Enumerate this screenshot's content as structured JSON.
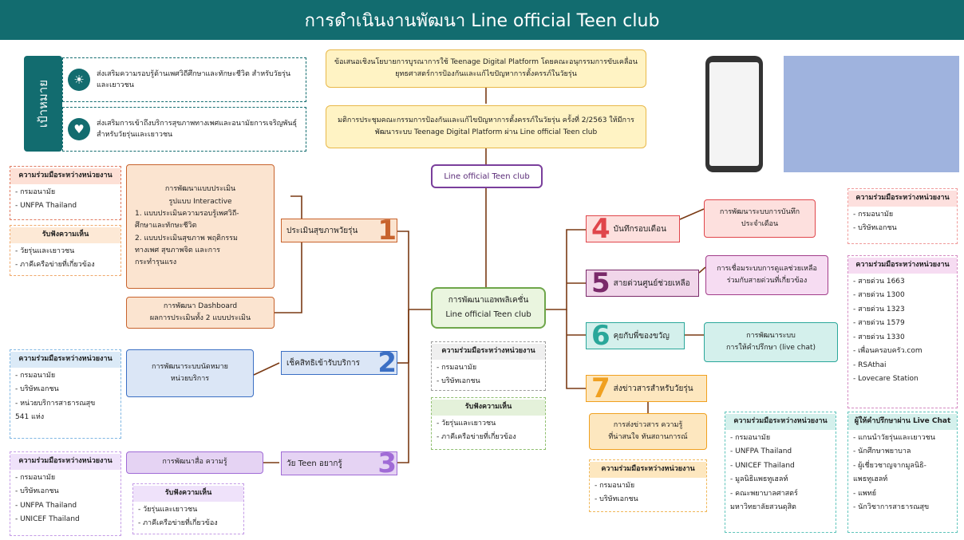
{
  "title": "การดำเนินงานพัฒนา Line official Teen club",
  "goal": {
    "label": "เป้าหมาย",
    "items": [
      {
        "text": "ส่งเสริมความรอบรู้ด้านเพศวิถีศึกษาและทักษะชีวิต สำหรับวัยรุ่นและเยาวชน",
        "icon": "lightbulb-icon"
      },
      {
        "text": "ส่งเสริมการเข้าถึงบริการสุขภาพทางเพศและอนามัยการเจริญพันธุ์สำหรับวัยรุ่นและเยาวชน",
        "icon": "care-hand-icon"
      }
    ]
  },
  "flow": {
    "proposal": "ข้อเสนอเชิงนโยบายการบูรณาการใช้ Teenage Digital Platform โดยคณะอนุกรรมการขับเคลื่อนยุทธศาสตร์การป้องกันและแก้ไขปัญหาการตั้งครรภ์ในวัยรุ่น",
    "resolution": "มติการประชุมคณะกรรมการป้องกันและแก้ไขปัญหาการตั้งครรภ์ในวัยรุ่น ครั้งที่ 2/2563 ให้มีการพัฒนาระบบ Teenage Digital Platform ผ่าน Line official Teen club",
    "platform": "Line official Teen club",
    "hub": [
      "การพัฒนาแอพพลิเคชั่น",
      "Line official Teen club"
    ]
  },
  "hub_partners": {
    "header": "ความร่วมมือระหว่างหน่วยงาน",
    "items": [
      "- กรมอนามัย",
      "- บริษัทเอกชน"
    ]
  },
  "hub_opinions": {
    "header": "รับฟังความเห็น",
    "items": [
      "- วัยรุ่นและเยาวชน",
      "- ภาคีเครือข่ายที่เกี่ยวข้อง"
    ]
  },
  "menu": [
    {
      "num": "1",
      "label": "ประเมินสุขภาพวัยรุ่น"
    },
    {
      "num": "2",
      "label": "เช็คสิทธิเข้ารับบริการ"
    },
    {
      "num": "3",
      "label": "วัย Teen อยากรู้"
    },
    {
      "num": "4",
      "label": "บันทึกรอบเดือน"
    },
    {
      "num": "5",
      "label": "สายด่วนศูนย์ช่วยเหลือ"
    },
    {
      "num": "6",
      "label": "คุยกับพี่ของขวัญ"
    },
    {
      "num": "7",
      "label": "ส่งข่าวสารสำหรับวัยรุ่น"
    }
  ],
  "dev": {
    "assess": [
      "การพัฒนาแบบประเมิน",
      "รูปแบบ Interactive",
      "1. แบบประเมินความรอบรู้เพศวิถี-",
      "ศึกษาและทักษะชีวิต",
      "2. แบบประเมินสุขภาพ พฤติกรรม",
      "ทางเพศ สุขภาพจิต และการ",
      "กระทำรุนแรง"
    ],
    "dashboard": [
      "การพัฒนา Dashboard",
      "ผลการประเมินทั้ง 2 แบบประเมิน"
    ],
    "appointment": [
      "การพัฒนาระบบนัดหมาย",
      "หน่วยบริการ"
    ],
    "media": "การพัฒนาสื่อ ความรู้",
    "period": [
      "การพัฒนาระบบการบันทึก",
      "ประจำเดือน"
    ],
    "hotline": [
      "การเชื่อมระบบการดูแลช่วยเหลือ",
      "ร่วมกับสายด่วนที่เกี่ยวข้อง"
    ],
    "chat": [
      "การพัฒนาระบบ",
      "การให้คำปรึกษา (live chat)"
    ],
    "news": [
      "การส่งข่าวสาร ความรู้",
      "ที่น่าสนใจ ทันสถานการณ์"
    ]
  },
  "partners": {
    "p1": {
      "header": "ความร่วมมือระหว่างหน่วยงาน",
      "items": [
        "- กรมอนามัย",
        "- UNFPA Thailand"
      ]
    },
    "p1op": {
      "header": "รับฟังความเห็น",
      "items": [
        "- วัยรุ่นและเยาวชน",
        "- ภาคีเครือข่ายที่เกี่ยวข้อง"
      ]
    },
    "p2": {
      "header": "ความร่วมมือระหว่างหน่วยงาน",
      "items": [
        "- กรมอนามัย",
        "- บริษัทเอกชน",
        "- หน่วยบริการสาธารณสุข",
        "  541 แห่ง"
      ]
    },
    "p3": {
      "header": "ความร่วมมือระหว่างหน่วยงาน",
      "items": [
        "- กรมอนามัย",
        "- บริษัทเอกชน",
        "- UNFPA Thailand",
        "- UNICEF Thailand"
      ]
    },
    "p3op": {
      "header": "รับฟังความเห็น",
      "items": [
        "- วัยรุ่นและเยาวชน",
        "- ภาคีเครือข่ายที่เกี่ยวข้อง"
      ]
    },
    "p4": {
      "header": "ความร่วมมือระหว่างหน่วยงาน",
      "items": [
        "- กรมอนามัย",
        "- บริษัทเอกชน"
      ]
    },
    "p5": {
      "header": "ความร่วมมือระหว่างหน่วยงาน",
      "items": [
        "- สายด่วน 1663",
        "- สายด่วน 1300",
        "- สายด่วน 1323",
        "- สายด่วน 1579",
        "- สายด่วน 1330",
        "- เพื่อนครอบครัว.com",
        "- RSAthai",
        "- Lovecare Station"
      ]
    },
    "p6": {
      "header": "ความร่วมมือระหว่างหน่วยงาน",
      "items": [
        "- กรมอนามัย",
        "- UNFPA Thailand",
        "- UNICEF Thailand",
        "- มูลนิธิแพธทูเฮลท์",
        "- คณะพยาบาลศาสตร์",
        "  มหาวิทยาลัยสวนดุสิต"
      ]
    },
    "p6b": {
      "header": "ผู้ให้คำปรึกษาผ่าน Live Chat",
      "items": [
        "- แกนนำวัยรุ่นและเยาวชน",
        "- นักศึกษาพยาบาล",
        "- ผู้เชี่ยวชาญจากมูลนิธิ-",
        "  แพธทูเฮลท์",
        "- แพทย์",
        "- นักวิชาการสาธารณสุข"
      ]
    },
    "p7": {
      "header": "ความร่วมมือระหว่างหน่วยงาน",
      "items": [
        "- กรมอนามัย",
        "- บริษัทเอกชน"
      ]
    }
  },
  "colors": {
    "teal": "#126c6f",
    "orange": "#c8632d",
    "blue": "#3b6fc4",
    "purple": "#a06bd6",
    "red": "#e0464b",
    "plum": "#7a2a6a",
    "cyan": "#2aa79a",
    "amber": "#f0a020"
  }
}
